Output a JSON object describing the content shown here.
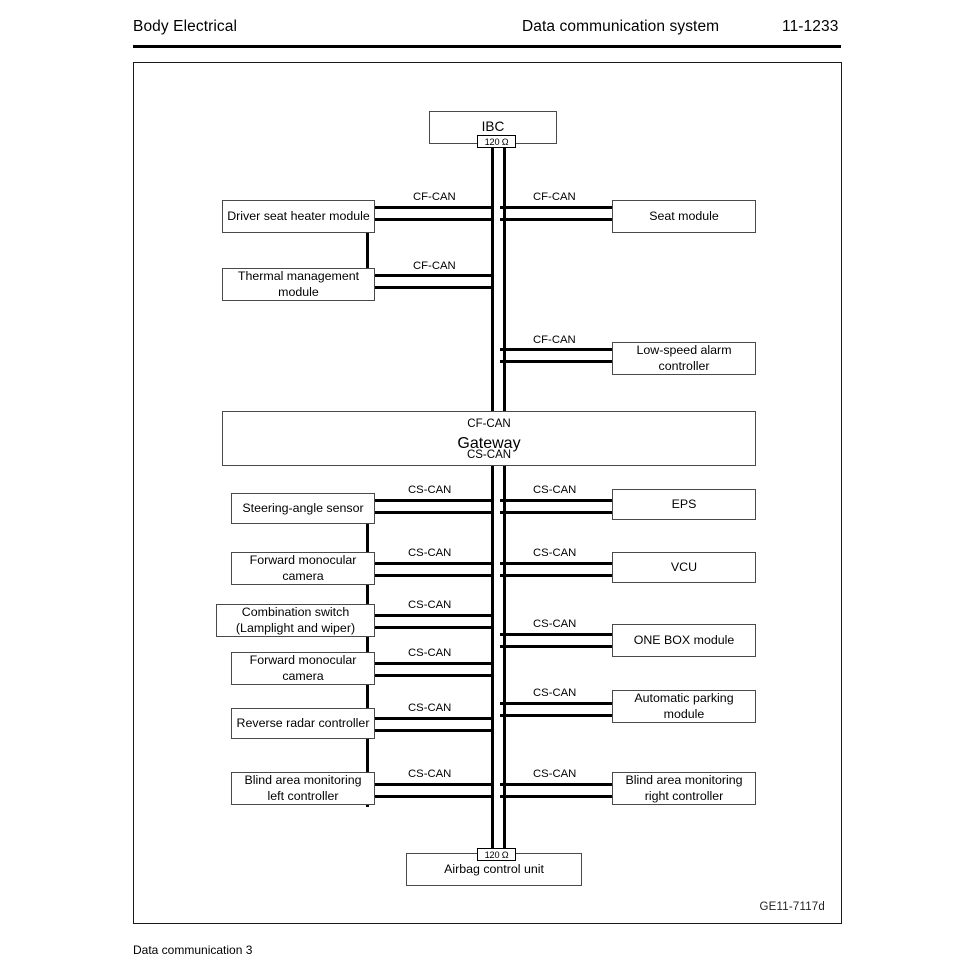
{
  "header": {
    "left": "Body Electrical",
    "center": "Data communication system",
    "page": "11-1233"
  },
  "figure": {
    "code": "GE11-7117d",
    "caption": "Data communication 3"
  },
  "nodes": {
    "ibc": "IBC",
    "gateway": "Gateway",
    "gateway_top_bus": "CF-CAN",
    "gateway_bottom_bus": "CS-CAN",
    "airbag": "Airbag control unit",
    "driver_seat_heater": "Driver seat heater module",
    "thermal_management": "Thermal management\nmodule",
    "thermal_management_l1": "Thermal management",
    "thermal_management_l2": "module",
    "seat_module": "Seat module",
    "low_speed_alarm_l1": "Low-speed alarm",
    "low_speed_alarm_l2": "controller",
    "steering_angle": "Steering-angle sensor",
    "forward_camera_1_l1": "Forward monocular",
    "forward_camera_1_l2": "camera",
    "combination_switch_l1": "Combination switch",
    "combination_switch_l2": "(Lamplight and wiper)",
    "forward_camera_2_l1": "Forward monocular",
    "forward_camera_2_l2": "camera",
    "reverse_radar": "Reverse radar controller",
    "blind_left_l1": "Blind area monitoring",
    "blind_left_l2": "left controller",
    "eps": "EPS",
    "vcu": "VCU",
    "one_box": "ONE BOX module",
    "auto_parking_l1": "Automatic parking",
    "auto_parking_l2": "module",
    "blind_right_l1": "Blind area monitoring",
    "blind_right_l2": "right controller"
  },
  "terminators": {
    "ibc_resistor": "120 Ω",
    "airbag_resistor": "120 Ω"
  },
  "bus_labels": {
    "cf_can": "CF-CAN",
    "cs_can": "CS-CAN",
    "l_seat_heater": "CF-CAN",
    "r_seat_module": "CF-CAN",
    "l_thermal": "CF-CAN",
    "r_low_speed": "CF-CAN",
    "l_steering": "CS-CAN",
    "r_eps": "CS-CAN",
    "l_camera1": "CS-CAN",
    "r_vcu": "CS-CAN",
    "l_comb_switch": "CS-CAN",
    "r_one_box": "CS-CAN",
    "l_camera2": "CS-CAN",
    "r_auto_parking": "CS-CAN",
    "l_reverse_radar": "CS-CAN",
    "l_blind_left": "CS-CAN",
    "r_blind_right": "CS-CAN"
  }
}
